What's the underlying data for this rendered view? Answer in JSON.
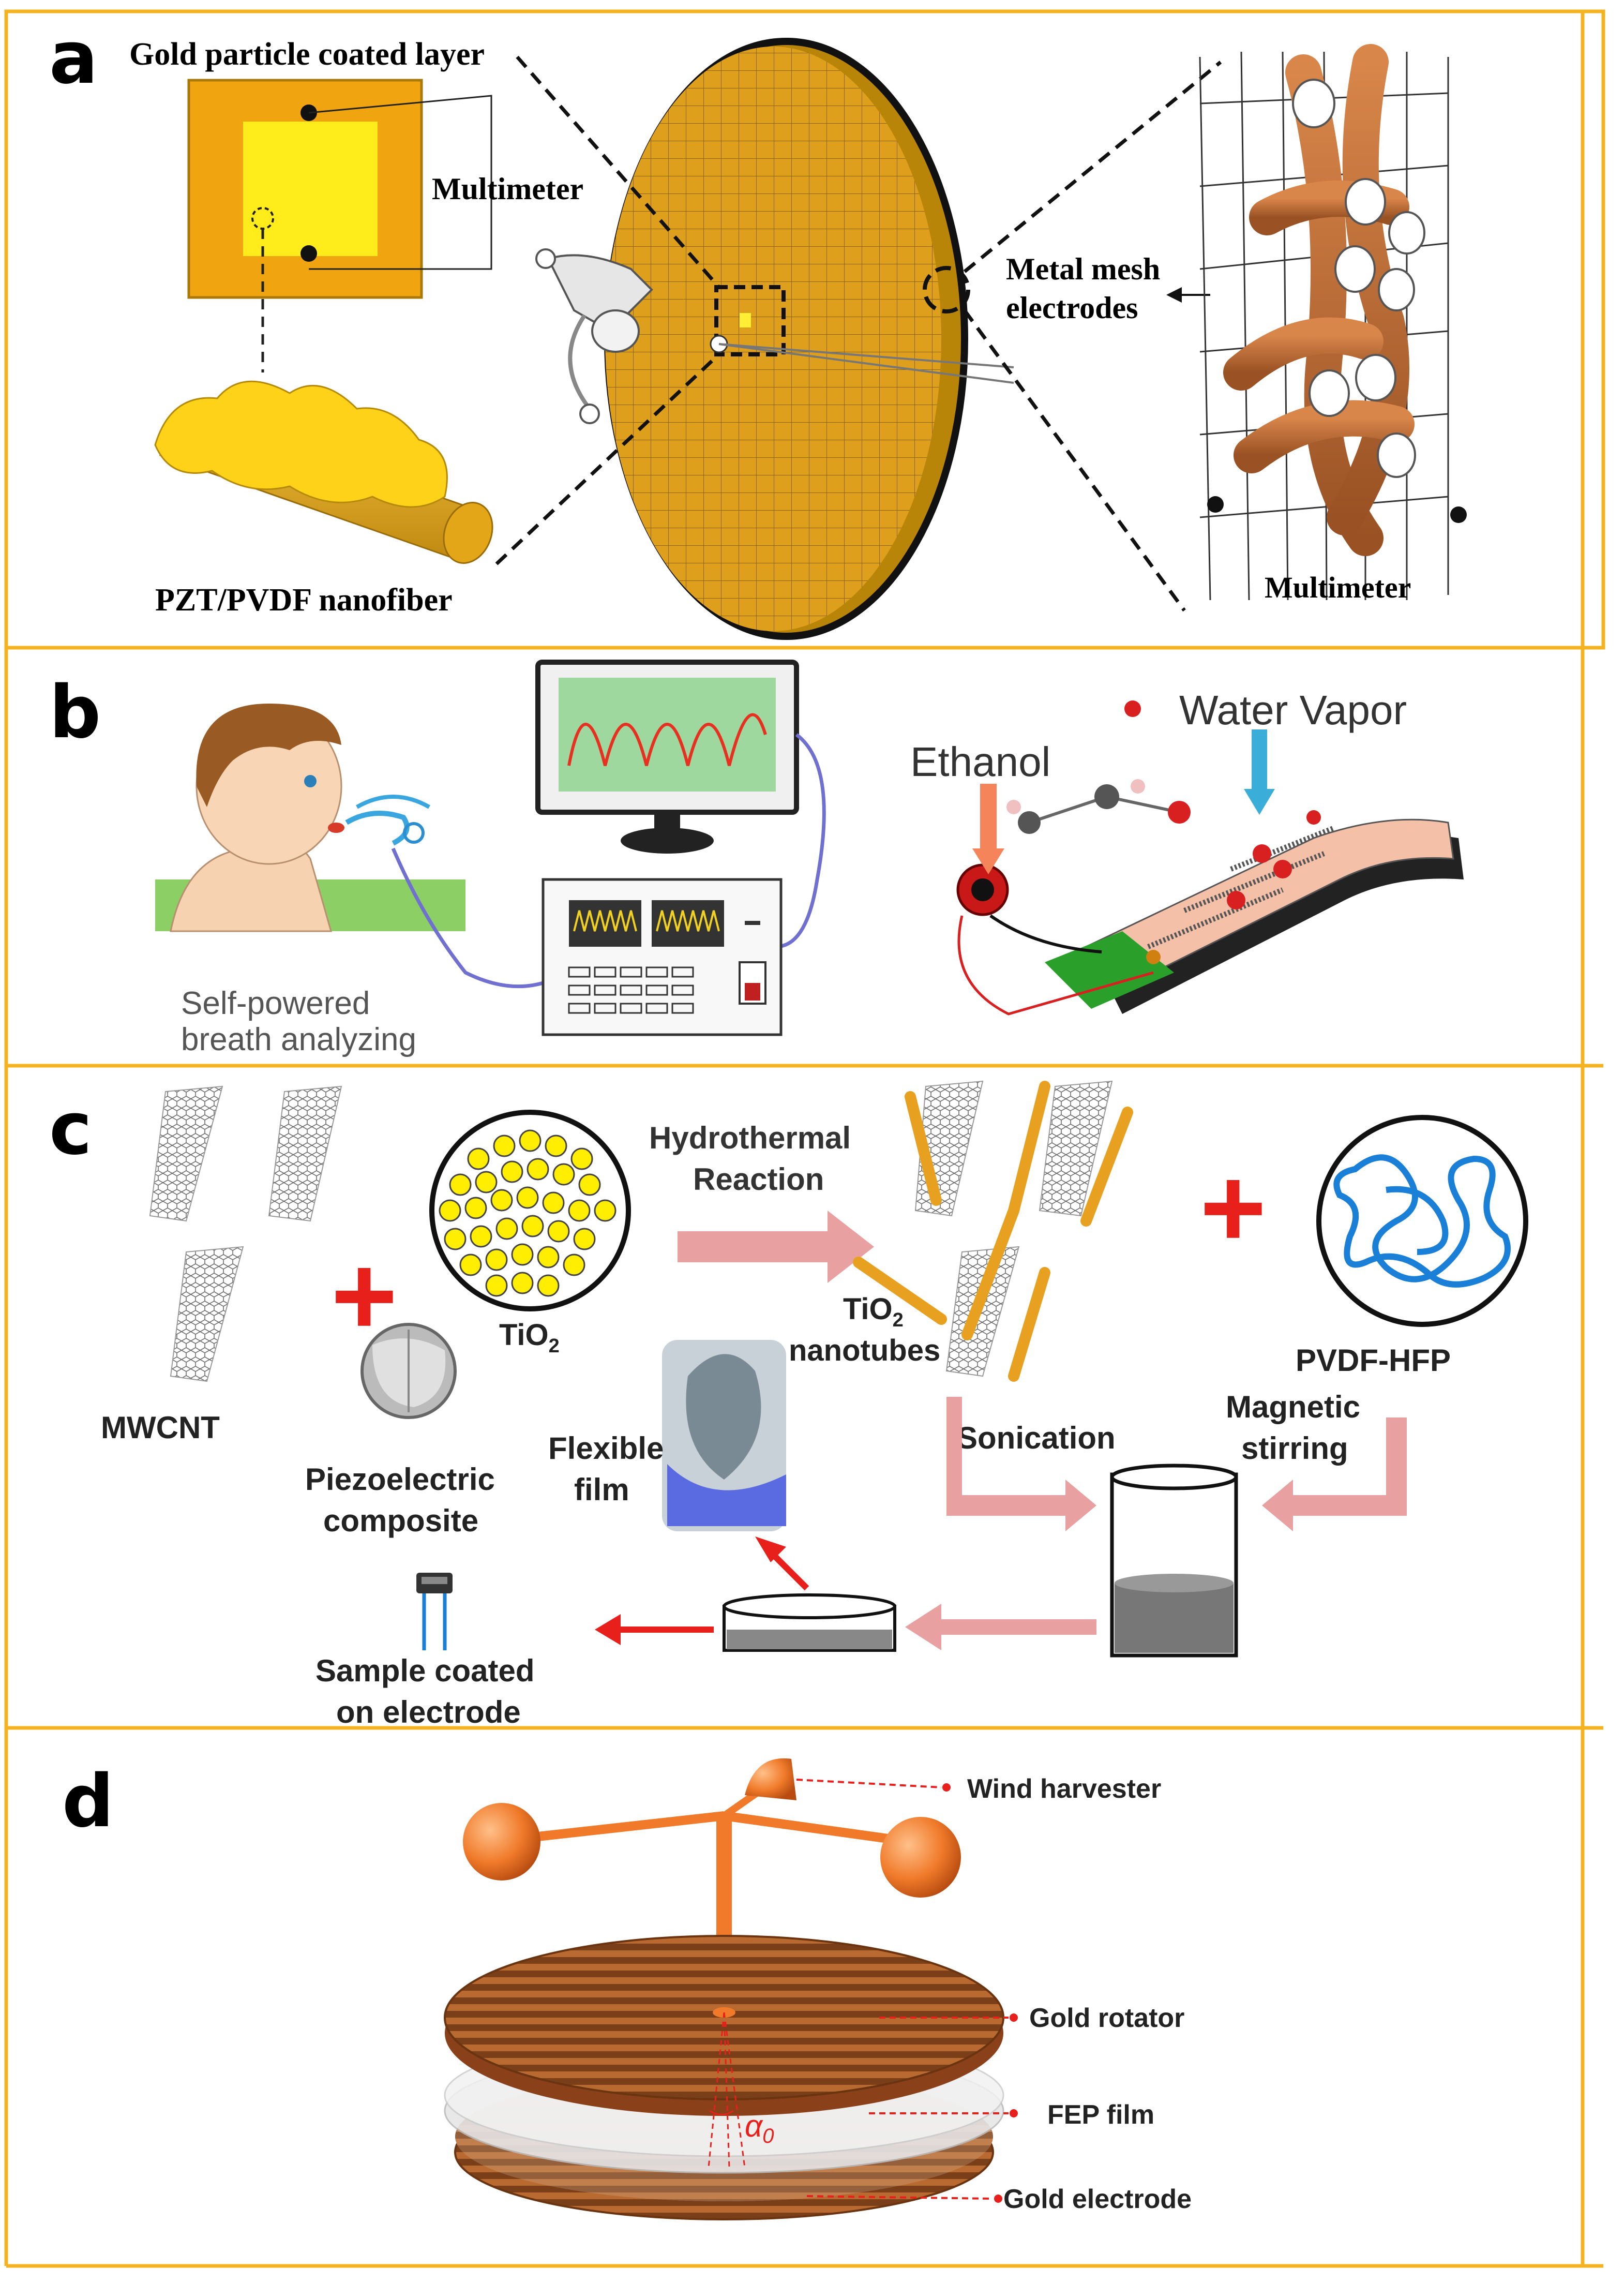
{
  "colors": {
    "frame": "#f5b321",
    "gold_dark": "#c98a10",
    "gold_light": "#ffe600",
    "copper": "#c8753a",
    "arrow_pink": "#e8a0a0",
    "red_plus": "#e8201c",
    "blue_polymer": "#1a7fd6",
    "label_red": "#e8201c"
  },
  "panels": {
    "a": {
      "letter": "a",
      "gold_layer_label": "Gold particle coated layer",
      "multimeter_top": "Multimeter",
      "metal_mesh_label": "Metal mesh electrodes",
      "metal_mesh_line1": "Metal mesh",
      "metal_mesh_line2": "electrodes",
      "nanofiber_label": "PZT/PVDF nanofiber",
      "multimeter_bottom": "Multimeter",
      "icons": [
        "mouthpiece-icon",
        "nanofiber-icon",
        "mesh-fiber-icon"
      ]
    },
    "b": {
      "letter": "b",
      "breath_line1": "Self-powered",
      "breath_line2": "breath analyzing",
      "ethanol": "Ethanol",
      "water_vapor": "Water Vapor",
      "icons": [
        "person-breathing-icon",
        "monitor-icon",
        "analyzer-icon",
        "sensor-strip-icon"
      ]
    },
    "c": {
      "letter": "c",
      "mwcnt": "MWCNT",
      "tio2": "TiO",
      "tio2_sub": "2",
      "hydro_line1": "Hydrothermal",
      "hydro_line2": "Reaction",
      "tio2_nano": "TiO",
      "tio2_nano_sub": "2",
      "nanotubes": "nanotubes",
      "pvdf": "PVDF-HFP",
      "sonication": "Sonication",
      "magnetic_line1": "Magnetic",
      "magnetic_line2": "stirring",
      "flexible_line1": "Flexible",
      "flexible_line2": "film",
      "piezo_line1": "Piezoelectric",
      "piezo_line2": "composite",
      "sample_line1": "Sample coated",
      "sample_line2": "on electrode",
      "icons": [
        "nanotube-icon",
        "tio2-particles-icon",
        "polymer-chain-icon",
        "beaker-icon",
        "petri-dish-icon"
      ]
    },
    "d": {
      "letter": "d",
      "wind": "Wind harvester",
      "rotator": "Gold rotator",
      "fep": "FEP film",
      "electrode": "Gold electrode",
      "angle": "α",
      "angle_sub": "0",
      "icons": [
        "anemometer-cups-icon",
        "rotator-disc-icon",
        "electrode-disc-icon"
      ]
    }
  }
}
